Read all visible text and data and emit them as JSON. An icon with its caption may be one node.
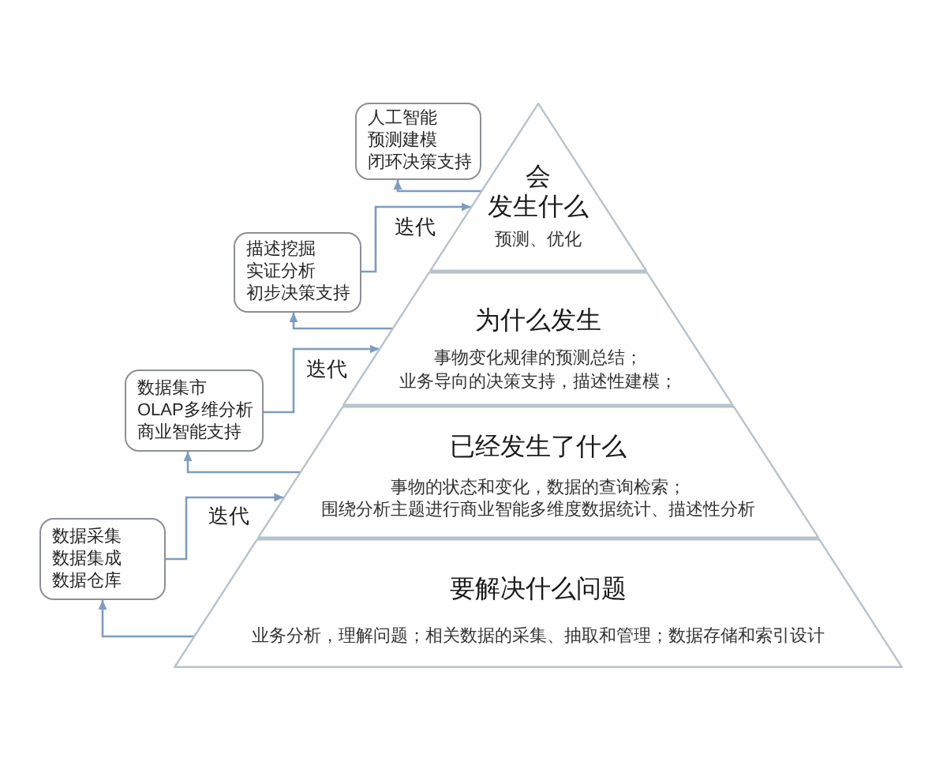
{
  "diagram": {
    "nodes": [
      {
        "text": [
          "人工智能",
          "预测建模",
          "闭环决策支持"
        ]
      },
      {
        "text": [
          "会发生什么",
          "预测、优化"
        ]
      },
      {
        "text": [
          "描述挖掘",
          "实证分析",
          "初步决策支持"
        ]
      },
      {
        "text": [
          "为什么发生",
          "事物变化规律的预测总结；",
          "业务导向的决策支持，描述性建模；"
        ]
      },
      {
        "text": [
          "数据集市",
          "OLAP多维分析",
          "商业智能支持"
        ]
      },
      {
        "text": [
          "已经发生了什么",
          "事物的状态和变化，数据的查询检索；",
          "围绕分析主题进行商业智能多维度数据统计、描述性分析"
        ]
      },
      {
        "text": [
          "数据采集",
          "数据集成",
          "数据仓库"
        ]
      },
      {
        "text": [
          "要解决什么问题",
          "业务分析，理解问题；相关数据的采集、抽取和管理；数据存储和索引设计"
        ]
      }
    ],
    "edges": [
      {
        "from": 7,
        "to": 6,
        "arrow": "to"
      },
      {
        "from": 6,
        "to": 5,
        "arrow": "to",
        "label": "迭代"
      },
      {
        "from": 5,
        "to": 4,
        "arrow": "to"
      },
      {
        "from": 4,
        "to": 3,
        "arrow": "to",
        "label": "迭代"
      },
      {
        "from": 3,
        "to": 2,
        "arrow": "to"
      },
      {
        "from": 2,
        "to": 1,
        "arrow": "to",
        "label": "迭代"
      },
      {
        "from": 1,
        "to": 0,
        "arrow": "to"
      }
    ]
  }
}
